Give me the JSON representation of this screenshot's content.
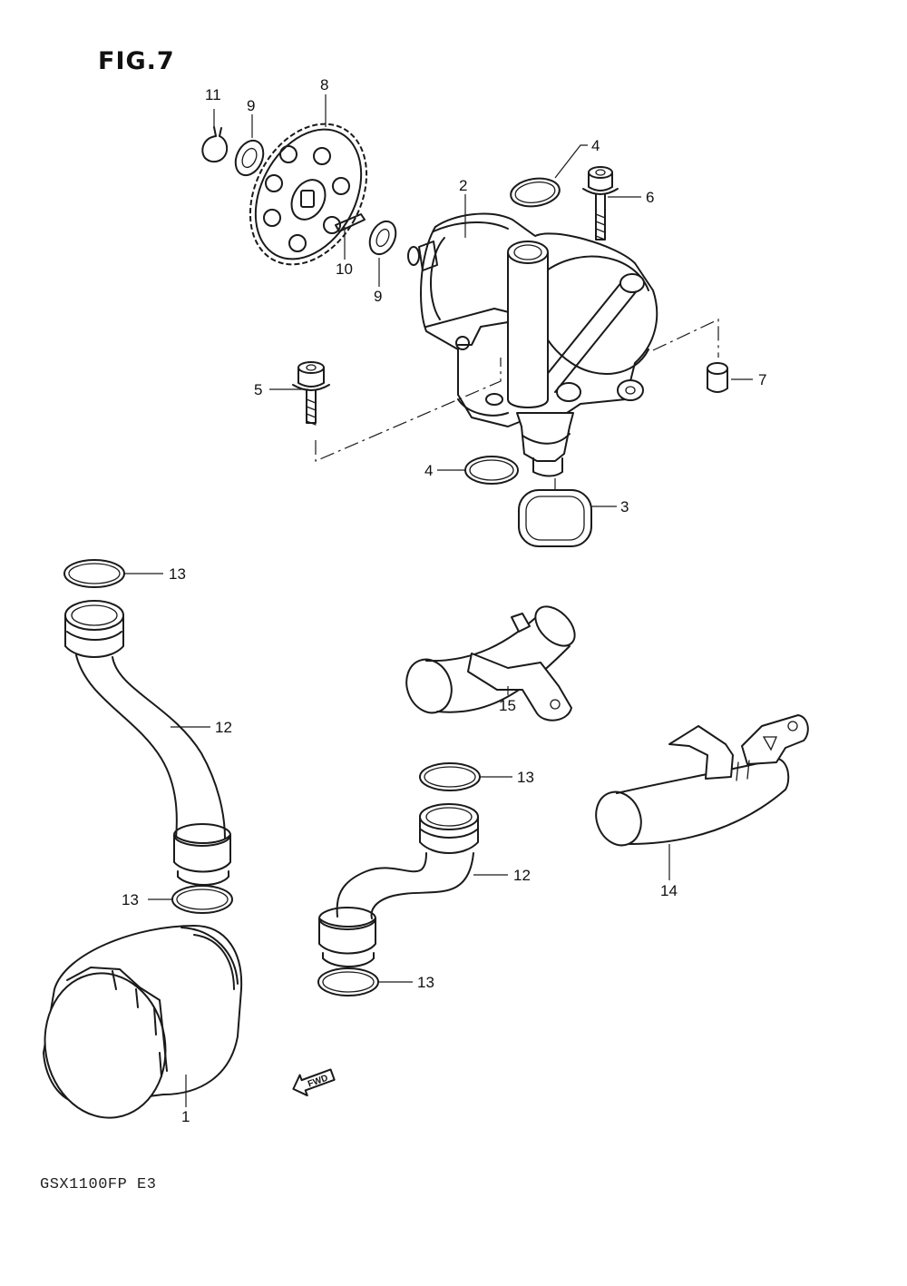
{
  "figure": {
    "title": "FIG.7",
    "model": "GSX1100FP E3"
  },
  "callouts": [
    {
      "id": "c11",
      "label": "11"
    },
    {
      "id": "c9a",
      "label": "9"
    },
    {
      "id": "c8",
      "label": "8"
    },
    {
      "id": "c4a",
      "label": "4"
    },
    {
      "id": "c6",
      "label": "6"
    },
    {
      "id": "c2",
      "label": "2"
    },
    {
      "id": "c10",
      "label": "10"
    },
    {
      "id": "c9b",
      "label": "9"
    },
    {
      "id": "c5",
      "label": "5"
    },
    {
      "id": "c7",
      "label": "7"
    },
    {
      "id": "c4b",
      "label": "4"
    },
    {
      "id": "c3",
      "label": "3"
    },
    {
      "id": "c13a",
      "label": "13"
    },
    {
      "id": "c12a",
      "label": "12"
    },
    {
      "id": "c15",
      "label": "15"
    },
    {
      "id": "c13b",
      "label": "13"
    },
    {
      "id": "c13c",
      "label": "13"
    },
    {
      "id": "c12b",
      "label": "12"
    },
    {
      "id": "c14",
      "label": "14"
    },
    {
      "id": "c13d",
      "label": "13"
    },
    {
      "id": "c1",
      "label": "1"
    }
  ],
  "fwd_marker": "FWD"
}
